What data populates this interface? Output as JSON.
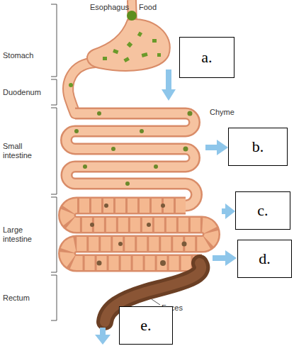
{
  "diagram": {
    "nodes": [
      {
        "text": [
          "a."
        ]
      },
      {
        "text": [
          "b."
        ]
      },
      {
        "text": [
          "c."
        ]
      },
      {
        "text": [
          "d."
        ]
      },
      {
        "text": [
          "e."
        ]
      }
    ],
    "labels": [
      "Esophagus",
      "Food",
      "Stomach",
      "Duodenum",
      "Chyme",
      "Small intestine",
      "Large intestine",
      "Feces",
      "Rectum"
    ]
  }
}
